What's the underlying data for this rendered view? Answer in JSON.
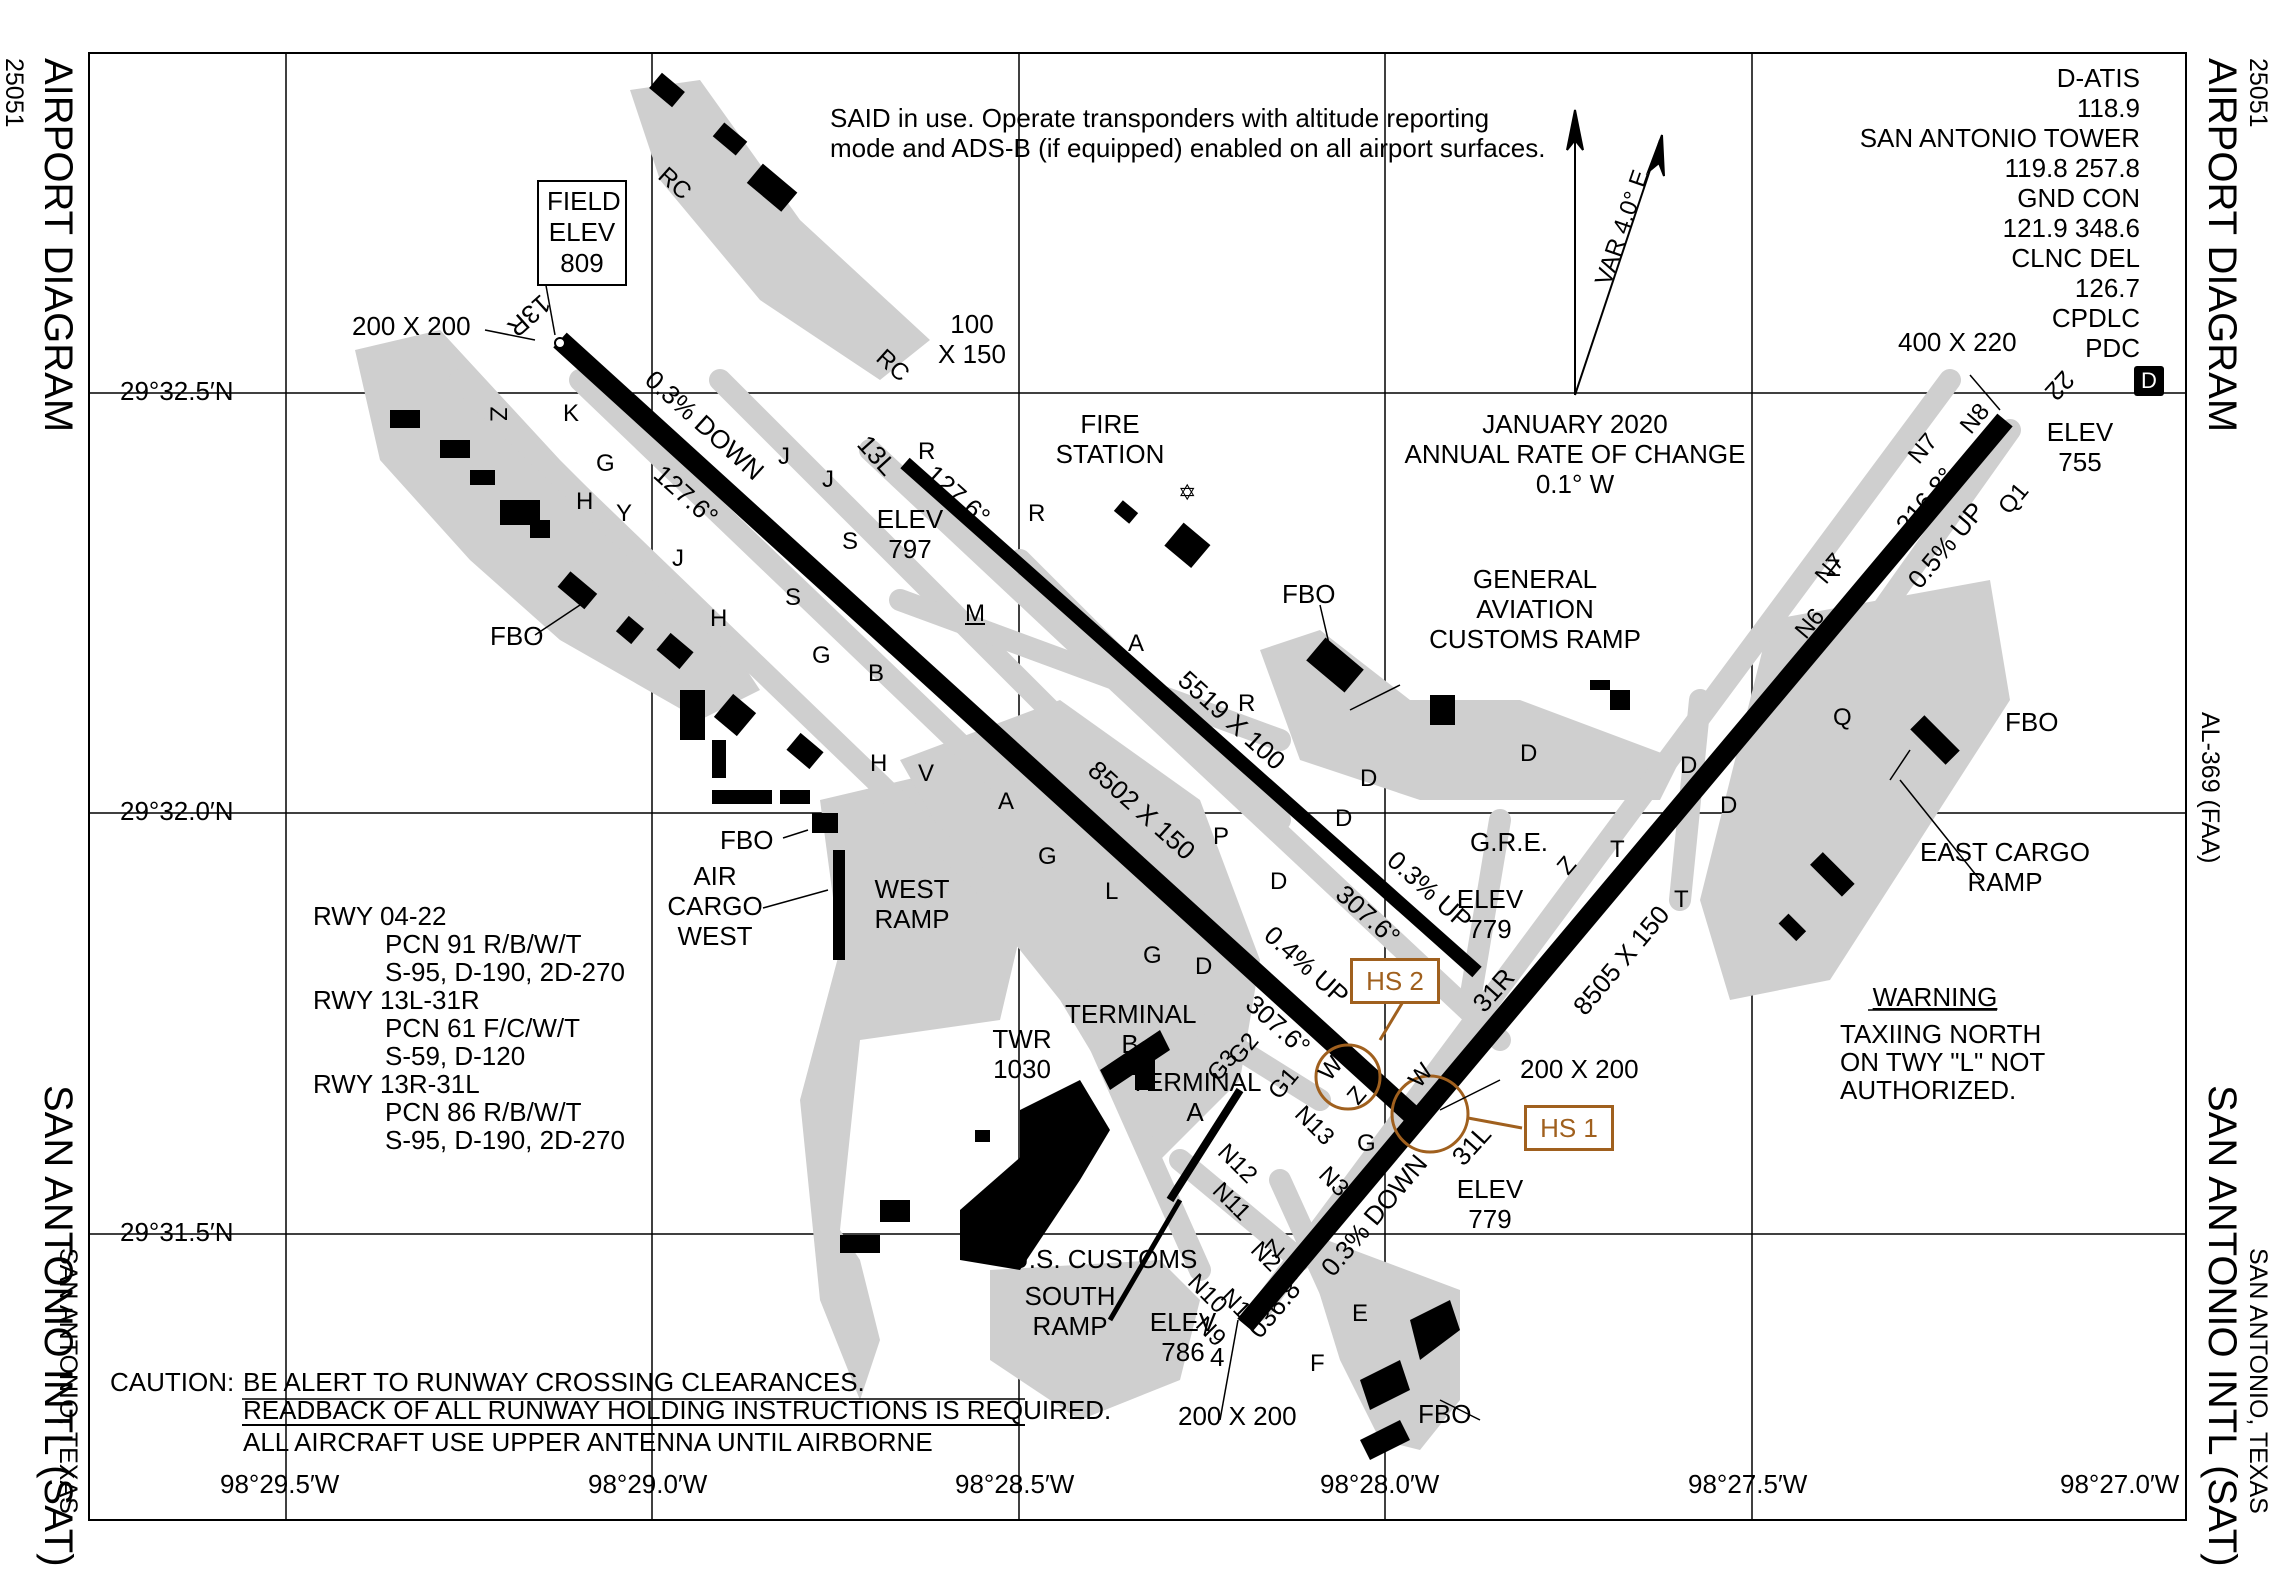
{
  "header": {
    "chart_number": "25051",
    "title": "AIRPORT DIAGRAM",
    "side_code": "AL-369 (FAA)",
    "airport": "SAN ANTONIO INTL  (SAT)",
    "city": "SAN ANTONIO, TEXAS"
  },
  "frequencies": [
    "D-ATIS",
    "118.9",
    "SAN ANTONIO TOWER",
    "119.8  257.8",
    "GND CON",
    "121.9  348.6",
    "CLNC DEL",
    "126.7",
    "CPDLC",
    "PDC"
  ],
  "d_badge": "D",
  "said_note": [
    "SAID in use. Operate transponders with altitude reporting",
    "mode and ADS-B (if equipped) enabled on all airport surfaces."
  ],
  "variation": {
    "label": "VAR 4.0° E",
    "date": "JANUARY 2020",
    "rate_label": "ANNUAL RATE OF CHANGE",
    "rate": "0.1° W"
  },
  "field_elev": [
    "FIELD",
    "ELEV",
    "809"
  ],
  "latitudes": [
    "29°32.5′N",
    "29°32.0′N",
    "29°31.5′N"
  ],
  "longitudes": [
    "98°29.5′W",
    "98°29.0′W",
    "98°28.5′W",
    "98°28.0′W",
    "98°27.5′W",
    "98°27.0′W"
  ],
  "runways": {
    "r13r": {
      "end_a": "13R",
      "end_b": "31L",
      "dims": "8502 X 150",
      "hdg_a": "127.6°",
      "hdg_b": "307.6°",
      "slope_a": "0.3% DOWN",
      "slope_b": "0.4% UP"
    },
    "r13l": {
      "end_a": "13L",
      "end_b": "31R",
      "dims": "5519 X 100",
      "hdg_a": "127.6°",
      "hdg_b": "307.6°",
      "slope_b": "0.3% UP"
    },
    "r04": {
      "end_a": "4",
      "end_b": "22",
      "dims": "8505 X 150",
      "hdg_a": "036.8°",
      "hdg_b": "216.8°",
      "slope_a": "0.3% DOWN",
      "slope_b": "0.5% UP"
    }
  },
  "pads": {
    "p13r": "200 X 200",
    "p13l": [
      "100",
      "X 150"
    ],
    "p22": "400 X 220",
    "p31l": "200 X 200",
    "p04": "200 X 200"
  },
  "elevations": {
    "e797": [
      "ELEV",
      "797"
    ],
    "e755": [
      "ELEV",
      "755"
    ],
    "e779a": [
      "ELEV",
      "779"
    ],
    "e779b": [
      "ELEV",
      "779"
    ],
    "e786": [
      "ELEV",
      "786"
    ]
  },
  "facilities": {
    "fire": [
      "FIRE",
      "STATION"
    ],
    "ga": [
      "GENERAL",
      "AVIATION",
      "CUSTOMS RAMP"
    ],
    "fbo": "FBO",
    "air_cargo": [
      "AIR",
      "CARGO",
      "WEST"
    ],
    "west_ramp": [
      "WEST",
      "RAMP"
    ],
    "east_cargo": [
      "EAST CARGO",
      "RAMP"
    ],
    "gre": "G.R.E.",
    "twr": [
      "TWR",
      "1030"
    ],
    "term_b": [
      "TERMINAL",
      "B"
    ],
    "term_a": [
      "TERMINAL",
      "A"
    ],
    "customs": "U.S. CUSTOMS",
    "south_ramp": [
      "SOUTH",
      "RAMP"
    ]
  },
  "hot_spots": [
    "HS 1",
    "HS 2"
  ],
  "pcn": [
    "RWY  04-22",
    "PCN 91 R/B/W/T",
    "S-95, D-190, 2D-270",
    "RWY  13L-31R",
    "PCN 61 F/C/W/T",
    "S-59, D-120",
    "RWY  13R-31L",
    "PCN 86 R/B/W/T",
    "S-95, D-190, 2D-270"
  ],
  "warning": {
    "title": "WARNING",
    "lines": [
      "TAXIING NORTH",
      "ON TWY \"L\" NOT",
      "AUTHORIZED."
    ]
  },
  "caution": {
    "prefix": "CAUTION:",
    "line1": "BE ALERT TO RUNWAY CROSSING CLEARANCES.",
    "line2": "READBACK OF ALL RUNWAY HOLDING INSTRUCTIONS IS REQUIRED.",
    "line3": "ALL AIRCRAFT USE UPPER ANTENNA UNTIL AIRBORNE"
  },
  "taxiways": [
    "RC",
    "RC",
    "K",
    "Z",
    "G",
    "H",
    "Y",
    "J",
    "J",
    "J",
    "S",
    "S",
    "H",
    "G",
    "B",
    "H",
    "V",
    "A",
    "G",
    "L",
    "G",
    "D",
    "P",
    "D",
    "R",
    "R",
    "A",
    "R",
    "D",
    "D",
    "D",
    "D",
    "D",
    "Z",
    "T",
    "T",
    "N7",
    "N8",
    "Q1",
    "N7",
    "N6",
    "Q",
    "W",
    "W",
    "Z",
    "G3",
    "G2",
    "G1",
    "N13",
    "N3",
    "N12",
    "N11",
    "Z",
    "N2",
    "N10",
    "N9",
    "N1",
    "G",
    "E",
    "F",
    "M",
    "Z"
  ]
}
